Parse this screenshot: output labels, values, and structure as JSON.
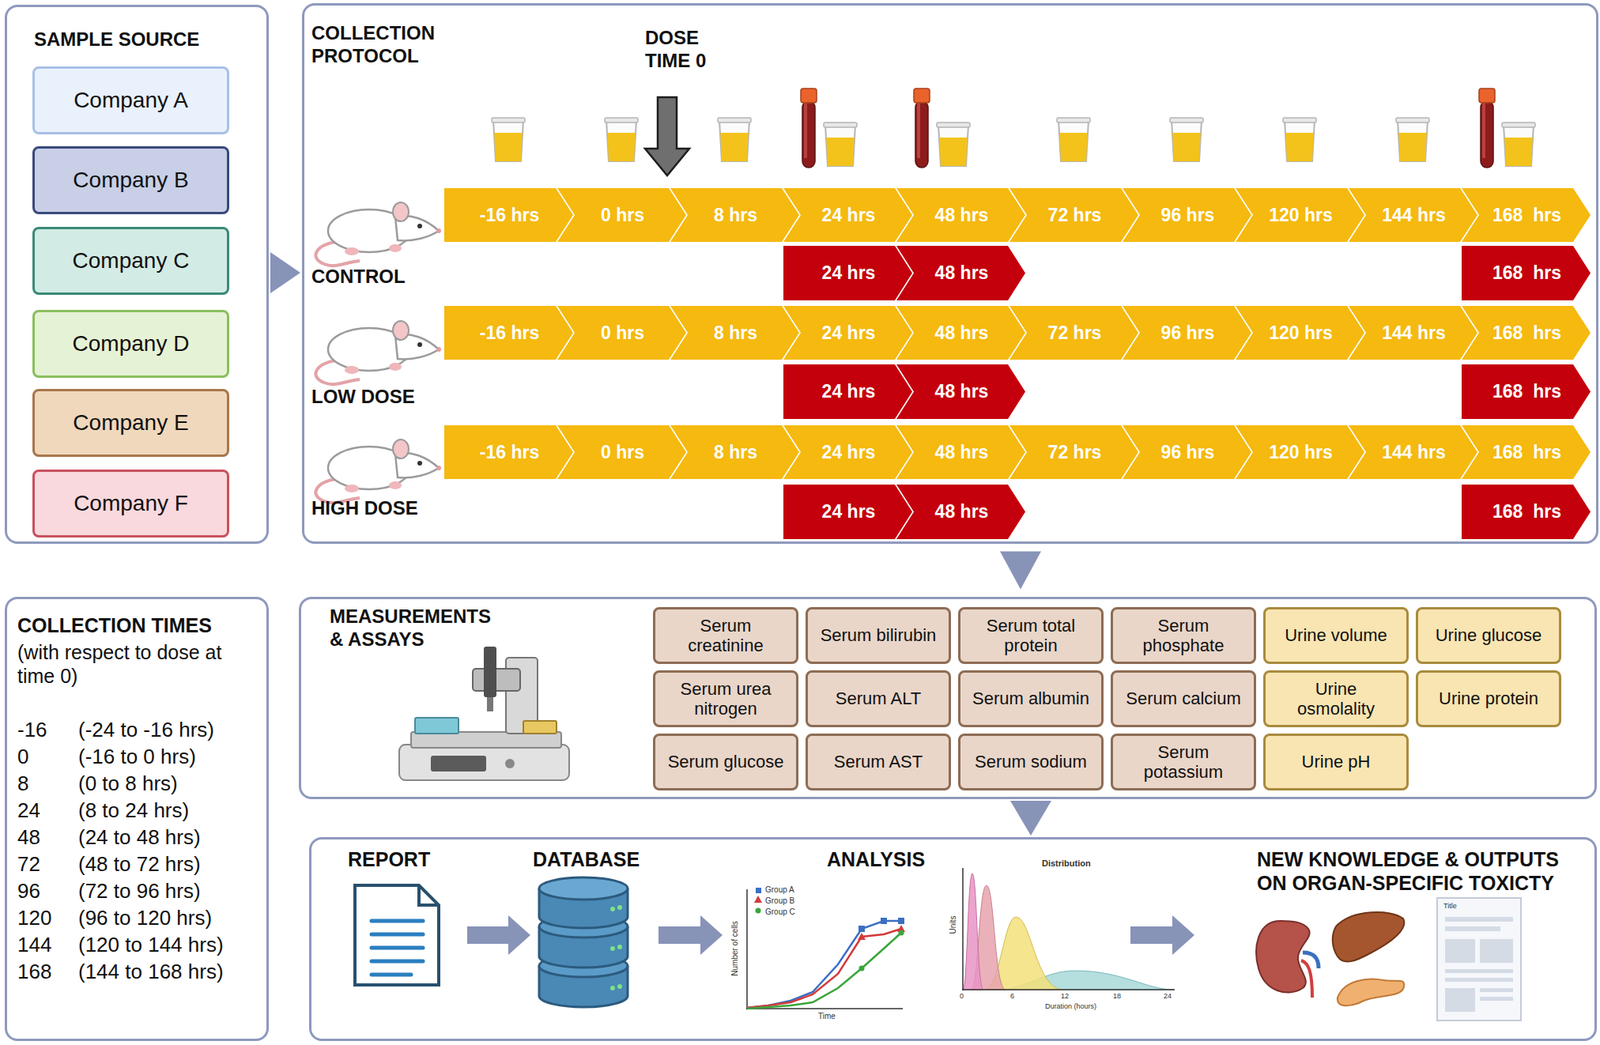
{
  "diagram": {
    "nodes": [
      {
        "text": [
          "SAMPLE SOURCE"
        ]
      },
      {
        "text": [
          "Company A"
        ],
        "in": 0
      },
      {
        "text": [
          "Company B"
        ],
        "in": 0
      },
      {
        "text": [
          "Company C"
        ],
        "in": 0
      },
      {
        "text": [
          "Company D"
        ],
        "in": 0
      },
      {
        "text": [
          "Company E"
        ],
        "in": 0
      },
      {
        "text": [
          "Company F"
        ],
        "in": 0
      },
      {
        "text": [
          "COLLECTION PROTOCOL"
        ]
      },
      {
        "text": [
          "-16 hrs"
        ],
        "in": 7
      },
      {
        "text": [
          "0 hrs"
        ],
        "in": 7
      },
      {
        "text": [
          "8 hrs"
        ],
        "in": 7
      },
      {
        "text": [
          "24 hrs"
        ],
        "in": 7
      },
      {
        "text": [
          "48 hrs"
        ],
        "in": 7
      },
      {
        "text": [
          "72 hrs"
        ],
        "in": 7
      },
      {
        "text": [
          "96 hrs"
        ],
        "in": 7
      },
      {
        "text": [
          "120 hrs"
        ],
        "in": 7
      },
      {
        "text": [
          "144 hrs"
        ],
        "in": 7
      },
      {
        "text": [
          "168  hrs"
        ],
        "in": 7
      },
      {
        "text": [
          "24 hrs"
        ],
        "in": 7
      },
      {
        "text": [
          "48 hrs"
        ],
        "in": 7
      },
      {
        "text": [
          "168  hrs"
        ],
        "in": 7
      },
      {
        "text": [
          "-16 hrs"
        ],
        "in": 7
      },
      {
        "text": [
          "0 hrs"
        ],
        "in": 7
      },
      {
        "text": [
          "8 hrs"
        ],
        "in": 7
      },
      {
        "text": [
          "24 hrs"
        ],
        "in": 7
      },
      {
        "text": [
          "48 hrs"
        ],
        "in": 7
      },
      {
        "text": [
          "72 hrs"
        ],
        "in": 7
      },
      {
        "text": [
          "96 hrs"
        ],
        "in": 7
      },
      {
        "text": [
          "120 hrs"
        ],
        "in": 7
      },
      {
        "text": [
          "144 hrs"
        ],
        "in": 7
      },
      {
        "text": [
          "168  hrs"
        ],
        "in": 7
      },
      {
        "text": [
          "24 hrs"
        ],
        "in": 7
      },
      {
        "text": [
          "48 hrs"
        ],
        "in": 7
      },
      {
        "text": [
          "168  hrs"
        ],
        "in": 7
      },
      {
        "text": [
          "-16 hrs"
        ],
        "in": 7
      },
      {
        "text": [
          "0 hrs"
        ],
        "in": 7
      },
      {
        "text": [
          "8 hrs"
        ],
        "in": 7
      },
      {
        "text": [
          "24 hrs"
        ],
        "in": 7
      },
      {
        "text": [
          "48 hrs"
        ],
        "in": 7
      },
      {
        "text": [
          "72 hrs"
        ],
        "in": 7
      },
      {
        "text": [
          "96 hrs"
        ],
        "in": 7
      },
      {
        "text": [
          "120 hrs"
        ],
        "in": 7
      },
      {
        "text": [
          "144 hrs"
        ],
        "in": 7
      },
      {
        "text": [
          "168  hrs"
        ],
        "in": 7
      },
      {
        "text": [
          "24 hrs"
        ],
        "in": 7
      },
      {
        "text": [
          "48 hrs"
        ],
        "in": 7
      },
      {
        "text": [
          "168  hrs"
        ],
        "in": 7
      },
      {
        "text": [
          "COLLECTION TIMES",
          "(with respect to dose at time 0)"
        ]
      },
      {
        "text": [
          "MEASUREMENTS & ASSAYS"
        ]
      },
      {
        "text": [
          "Serum creatinine"
        ],
        "in": 48
      },
      {
        "text": [
          "Serum bilirubin"
        ],
        "in": 48
      },
      {
        "text": [
          "Serum total protein"
        ],
        "in": 48
      },
      {
        "text": [
          "Serum phosphate"
        ],
        "in": 48
      },
      {
        "text": [
          "Urine volume"
        ],
        "in": 48
      },
      {
        "text": [
          "Urine glucose"
        ],
        "in": 48
      },
      {
        "text": [
          "Serum urea nitrogen"
        ],
        "in": 48
      },
      {
        "text": [
          "Serum ALT"
        ],
        "in": 48
      },
      {
        "text": [
          "Serum albumin"
        ],
        "in": 48
      },
      {
        "text": [
          "Serum calcium"
        ],
        "in": 48
      },
      {
        "text": [
          "Urine osmolality"
        ],
        "in": 48
      },
      {
        "text": [
          "Urine protein"
        ],
        "in": 48
      },
      {
        "text": [
          "Serum glucose"
        ],
        "in": 48
      },
      {
        "text": [
          "Serum AST"
        ],
        "in": 48
      },
      {
        "text": [
          "Serum sodium"
        ],
        "in": 48
      },
      {
        "text": [
          "Serum potassium"
        ],
        "in": 48
      },
      {
        "text": [
          "Urine pH"
        ],
        "in": 48
      },
      {
        "text": [
          "REPORT",
          "DATABASE",
          "ANALYSIS",
          "NEW KNOWLEDGE & OUTPUTS ON ORGAN-SPECIFIC TOXICTY"
        ]
      }
    ],
    "edges": [
      {
        "from": 0,
        "to": 7,
        "arrow": "to"
      },
      {
        "from": 7,
        "to": 48,
        "arrow": "to"
      },
      {
        "from": 48,
        "to": 66,
        "arrow": "to"
      }
    ],
    "labels": [
      "DOSE TIME 0",
      "CONTROL",
      "LOW DOSE",
      "HIGH DOSE",
      "-16",
      "(-24 to -16 hrs)",
      "0",
      "(-16 to 0 hrs)",
      "8",
      "(0 to 8 hrs)",
      "24",
      "(8 to 24 hrs)",
      "48",
      "(24 to 48 hrs)",
      "72",
      "(48 to 72 hrs)",
      "96",
      "(72 to 96 hrs)",
      "120",
      "(96 to 120 hrs)",
      "144",
      "(120 to 144 hrs)",
      "168",
      "(144 to 168 hrs)",
      "Group A",
      "Group B",
      "Group C",
      "Number of cells",
      "Time",
      "Distribution",
      "Units",
      "Duration (hours)",
      "0",
      "6",
      "12",
      "18",
      "24",
      "Title"
    ]
  }
}
